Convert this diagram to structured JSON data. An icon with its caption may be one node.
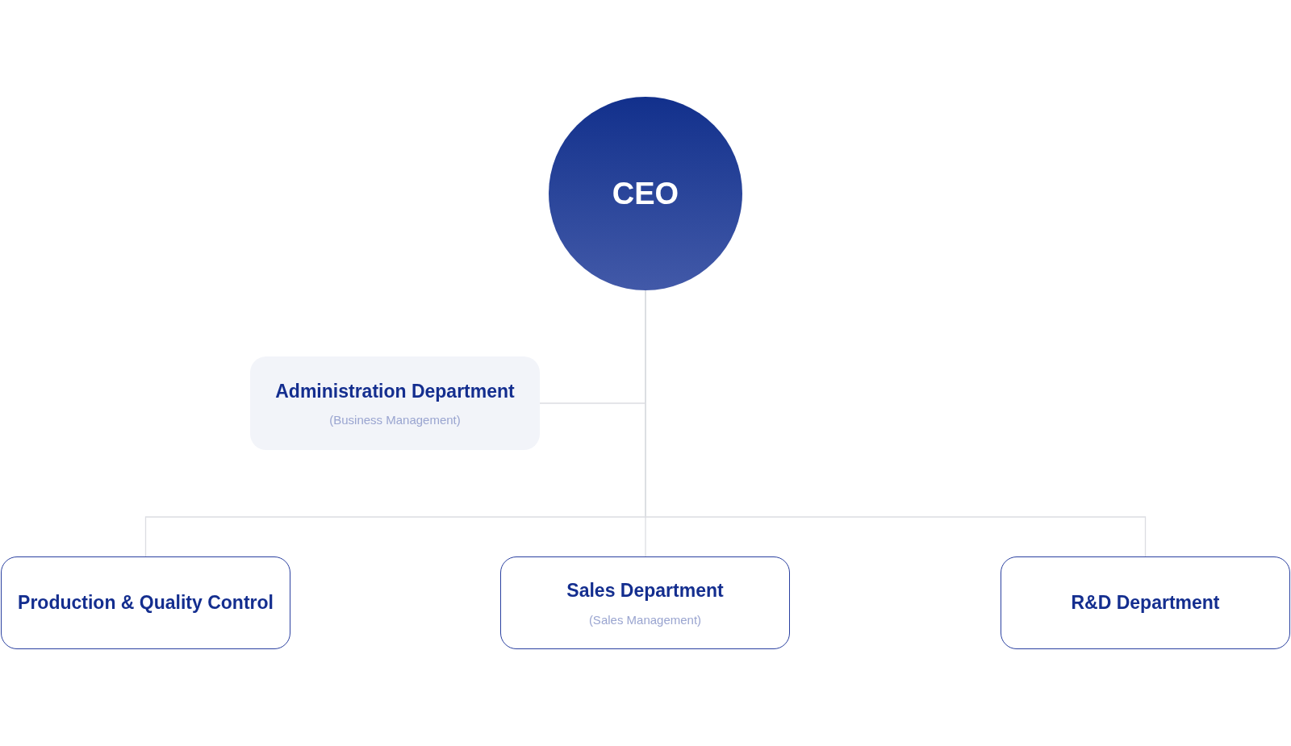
{
  "diagram": {
    "nodes": [
      {
        "text": [
          "CEO"
        ]
      },
      {
        "text": [
          "Administration Department",
          "(Business Management)"
        ]
      },
      {
        "text": [
          "Production & Quality Control"
        ]
      },
      {
        "text": [
          "Sales Department",
          "(Sales Management)"
        ]
      },
      {
        "text": [
          "R&D Department"
        ]
      }
    ],
    "edges": [
      {
        "from": 0,
        "to": 1,
        "arrow": "none"
      },
      {
        "from": 0,
        "to": 2,
        "arrow": "none"
      },
      {
        "from": 0,
        "to": 3,
        "arrow": "none"
      },
      {
        "from": 0,
        "to": 4,
        "arrow": "none"
      }
    ]
  }
}
